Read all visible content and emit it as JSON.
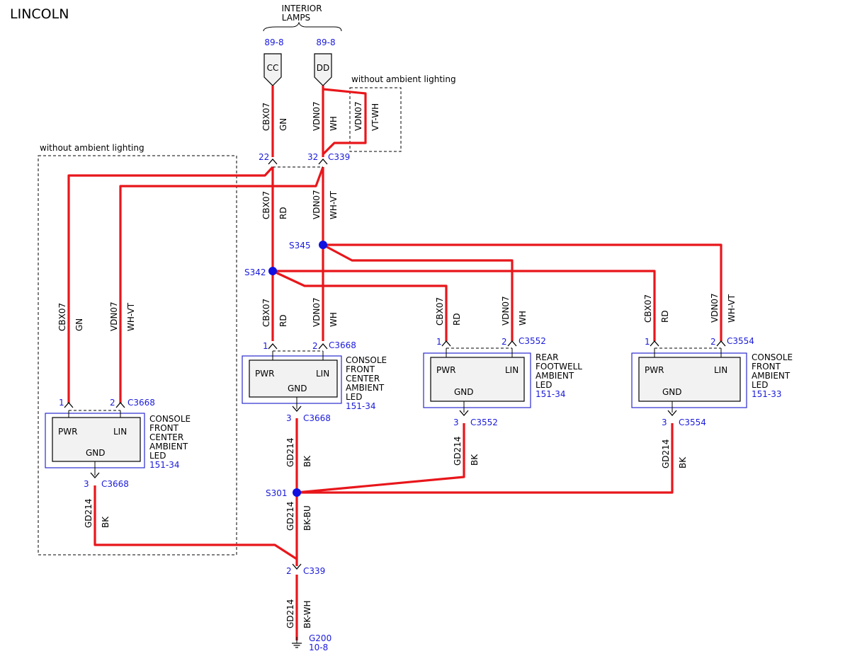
{
  "title": "LINCOLN",
  "interior_lamps": {
    "line1": "INTERIOR",
    "line2": "LAMPS",
    "ref_cc": "89-8",
    "ref_dd": "89-8",
    "pin_cc": "CC",
    "pin_dd": "DD"
  },
  "option_label": "without ambient lighting",
  "c339": {
    "name": "C339",
    "pin_gn": "22",
    "pin_wh": "32",
    "pin_gnd": "2"
  },
  "splices": {
    "s345": "S345",
    "s342": "S342",
    "s301": "S301"
  },
  "wires": {
    "cbx_gn": "CBX07",
    "gn": "GN",
    "vdn_wh": "VDN07",
    "wh": "WH",
    "vdn_vtwh": "VDN07",
    "vtwh": "VT-WH",
    "cbx_rd": "CBX07",
    "rd": "RD",
    "vdn_whvt": "VDN07",
    "whvt": "WH-VT",
    "gd214": "GD214",
    "bk": "BK",
    "bkbu": "BK-BU",
    "bkwh": "BK-WH",
    "left_cbx": "CBX07",
    "left_gn": "GN",
    "left_vdn": "VDN07",
    "left_whvt": "WH-VT",
    "left_gd": "GD214",
    "left_bk": "BK",
    "ctr_cbx": "CBX07",
    "ctr_rd": "RD",
    "ctr_vdn": "VDN07",
    "ctr_wh": "WH",
    "rear_cbx": "CBX07",
    "rear_rd": "RD",
    "rear_vdn": "VDN07",
    "rear_wh": "WH",
    "rear_gd": "GD214",
    "rear_bk": "BK",
    "right_cbx": "CBX07",
    "right_rd": "RD",
    "right_vdn": "VDN07",
    "right_whvt": "WH-VT",
    "right_gd": "GD214",
    "right_bk": "BK",
    "ctr_gd": "GD214",
    "ctr_bk": "BK",
    "s301_gd": "GD214",
    "gnd_gd": "GD214"
  },
  "modules": {
    "left": {
      "pin1": "1",
      "pin2": "2",
      "pin3": "3",
      "conn": "C3668",
      "conn_gnd": "C3668",
      "pwr": "PWR",
      "lin": "LIN",
      "gnd": "GND",
      "lines": [
        "CONSOLE",
        "FRONT",
        "CENTER",
        "AMBIENT",
        "LED"
      ],
      "ref": "151-34"
    },
    "center": {
      "pin1": "1",
      "pin2": "2",
      "pin3": "3",
      "conn": "C3668",
      "conn_gnd": "C3668",
      "pwr": "PWR",
      "lin": "LIN",
      "gnd": "GND",
      "lines": [
        "CONSOLE",
        "FRONT",
        "CENTER",
        "AMBIENT",
        "LED"
      ],
      "ref": "151-34"
    },
    "rear": {
      "pin1": "1",
      "pin2": "2",
      "pin3": "3",
      "conn": "C3552",
      "conn_gnd": "C3552",
      "pwr": "PWR",
      "lin": "LIN",
      "gnd": "GND",
      "lines": [
        "REAR",
        "FOOTWELL",
        "AMBIENT",
        "LED"
      ],
      "ref": "151-34"
    },
    "right": {
      "pin1": "1",
      "pin2": "2",
      "pin3": "3",
      "conn": "C3554",
      "conn_gnd": "C3554",
      "pwr": "PWR",
      "lin": "LIN",
      "gnd": "GND",
      "lines": [
        "CONSOLE",
        "FRONT",
        "AMBIENT",
        "LED"
      ],
      "ref": "151-33"
    }
  },
  "ground": {
    "name": "G200",
    "ref": "10-8"
  },
  "colors": {
    "wire": "#e8161b",
    "link": "#1a1adc",
    "splice": "#1010e0"
  }
}
